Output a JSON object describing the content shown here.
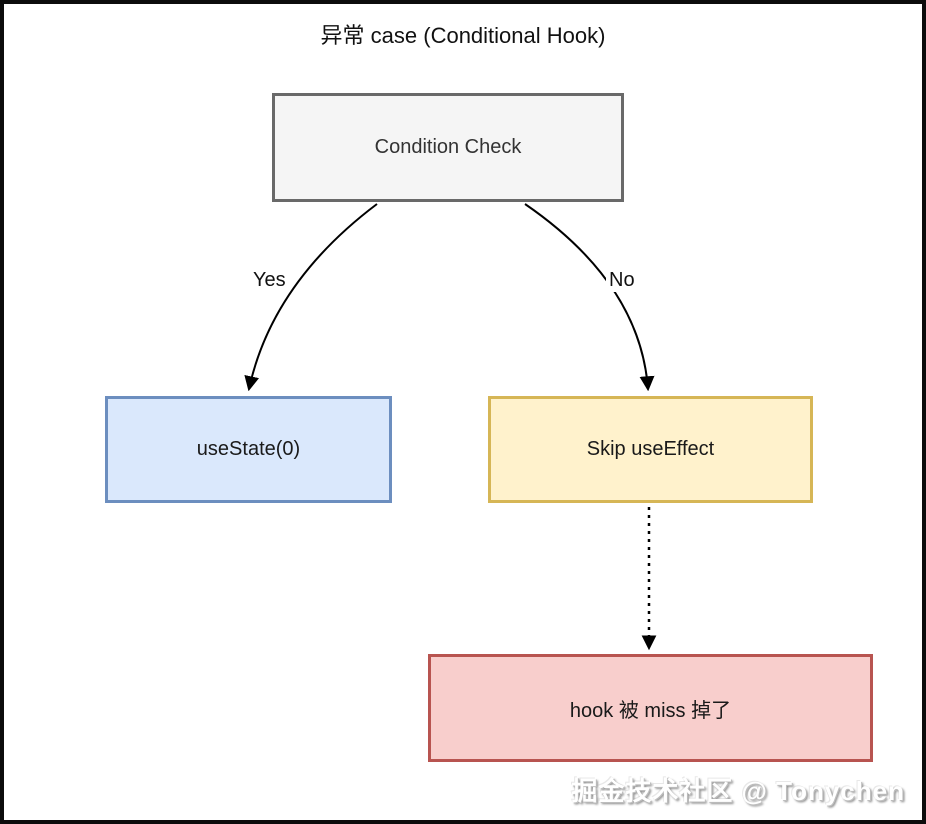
{
  "title": "异常 case (Conditional Hook)",
  "nodes": {
    "condition": {
      "label": "Condition Check",
      "fill": "#f5f5f5",
      "border": "#696969",
      "text_color": "#333333"
    },
    "use_state": {
      "label": "useState(0)",
      "fill": "#dae8fc",
      "border": "#6c8ebf",
      "text_color": "#1a1a1a"
    },
    "skip_effect": {
      "label": "Skip useEffect",
      "fill": "#fff2cc",
      "border": "#d6b656",
      "text_color": "#1a1a1a"
    },
    "hook_missed": {
      "label": "hook 被 miss 掉了",
      "fill": "#f8cecc",
      "border": "#b85450",
      "text_color": "#1a1a1a"
    }
  },
  "edges": {
    "yes": {
      "label": "Yes",
      "from": "condition",
      "to": "use_state",
      "style": "solid-curved"
    },
    "no": {
      "label": "No",
      "from": "condition",
      "to": "skip_effect",
      "style": "solid-curved"
    },
    "skip_to_missed": {
      "label": "",
      "from": "skip_effect",
      "to": "hook_missed",
      "style": "dashed-straight"
    }
  },
  "colors": {
    "arrow": "#000000",
    "frame": "#0c0c0c",
    "background": "#ffffff"
  },
  "watermark": "掘金技术社区 @ Tonychen"
}
